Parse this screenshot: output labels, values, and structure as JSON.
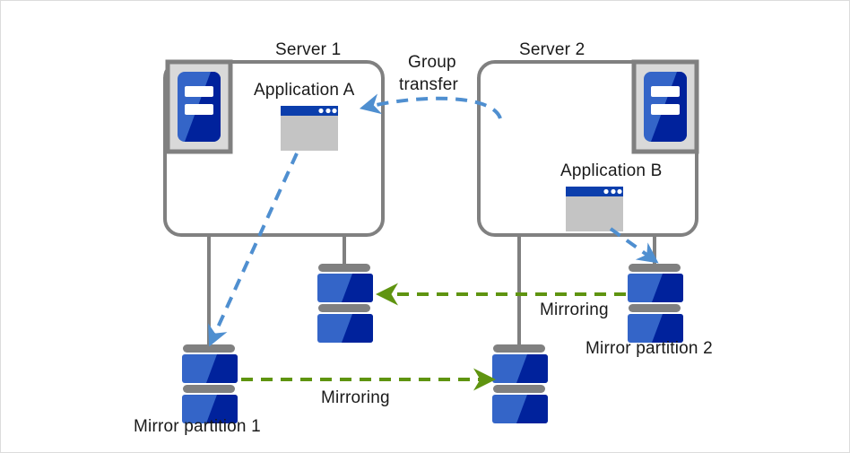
{
  "diagram": {
    "title_server1": "Server 1",
    "title_server2": "Server 2",
    "app_a_label": "Application  A",
    "app_b_label": "Application  B",
    "group_transfer_line1": "Group",
    "group_transfer_line2": "transfer",
    "mirror_partition_1": "Mirror partition 1",
    "mirror_partition_2": "Mirror partition 2",
    "mirroring_top": "Mirroring",
    "mirroring_bottom": "Mirroring",
    "icons": {
      "server_icon": "server-icon",
      "app_window_icon": "app-window-icon",
      "disk_icon": "disk-stack-icon",
      "arrow_blue_dashed": "blue-dashed-arrow",
      "arrow_green_dashed": "green-dashed-arrow"
    }
  },
  "colors": {
    "border": "#dcdcdc",
    "box_outline": "#808080",
    "connector": "#808080",
    "blue_light": "#3465c8",
    "blue_dark": "#00229c",
    "blue_arrow": "#4f8fd0",
    "green_arrow": "#5f9410",
    "icon_frame": "#808080",
    "icon_fill": "#d9d9d9",
    "titlebar": "#0b3eac",
    "text": "#1a1a1a"
  }
}
